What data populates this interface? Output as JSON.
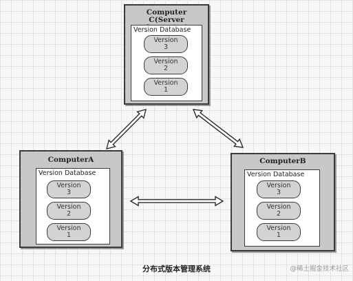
{
  "diagram": {
    "caption": "分布式版本管理系统",
    "watermark": "@稀土掘金技术社区",
    "server": {
      "title": "Computer C(Server Computer)",
      "database_label": "Version Database",
      "versions": [
        {
          "label": "Version",
          "number": "3"
        },
        {
          "label": "Version",
          "number": "2"
        },
        {
          "label": "Version",
          "number": "1"
        }
      ]
    },
    "computer_a": {
      "title": "ComputerA",
      "database_label": "Version Database",
      "versions": [
        {
          "label": "Version",
          "number": "3"
        },
        {
          "label": "Version",
          "number": "2"
        },
        {
          "label": "Version",
          "number": "1"
        }
      ]
    },
    "computer_b": {
      "title": "ComputerB",
      "database_label": "Version Database",
      "versions": [
        {
          "label": "Version",
          "number": "3"
        },
        {
          "label": "Version",
          "number": "2"
        },
        {
          "label": "Version",
          "number": "1"
        }
      ]
    }
  },
  "colors": {
    "node_fill": "#c8c8c8",
    "node_border": "#3a3a3a",
    "version_fill": "#d3d3d3"
  }
}
